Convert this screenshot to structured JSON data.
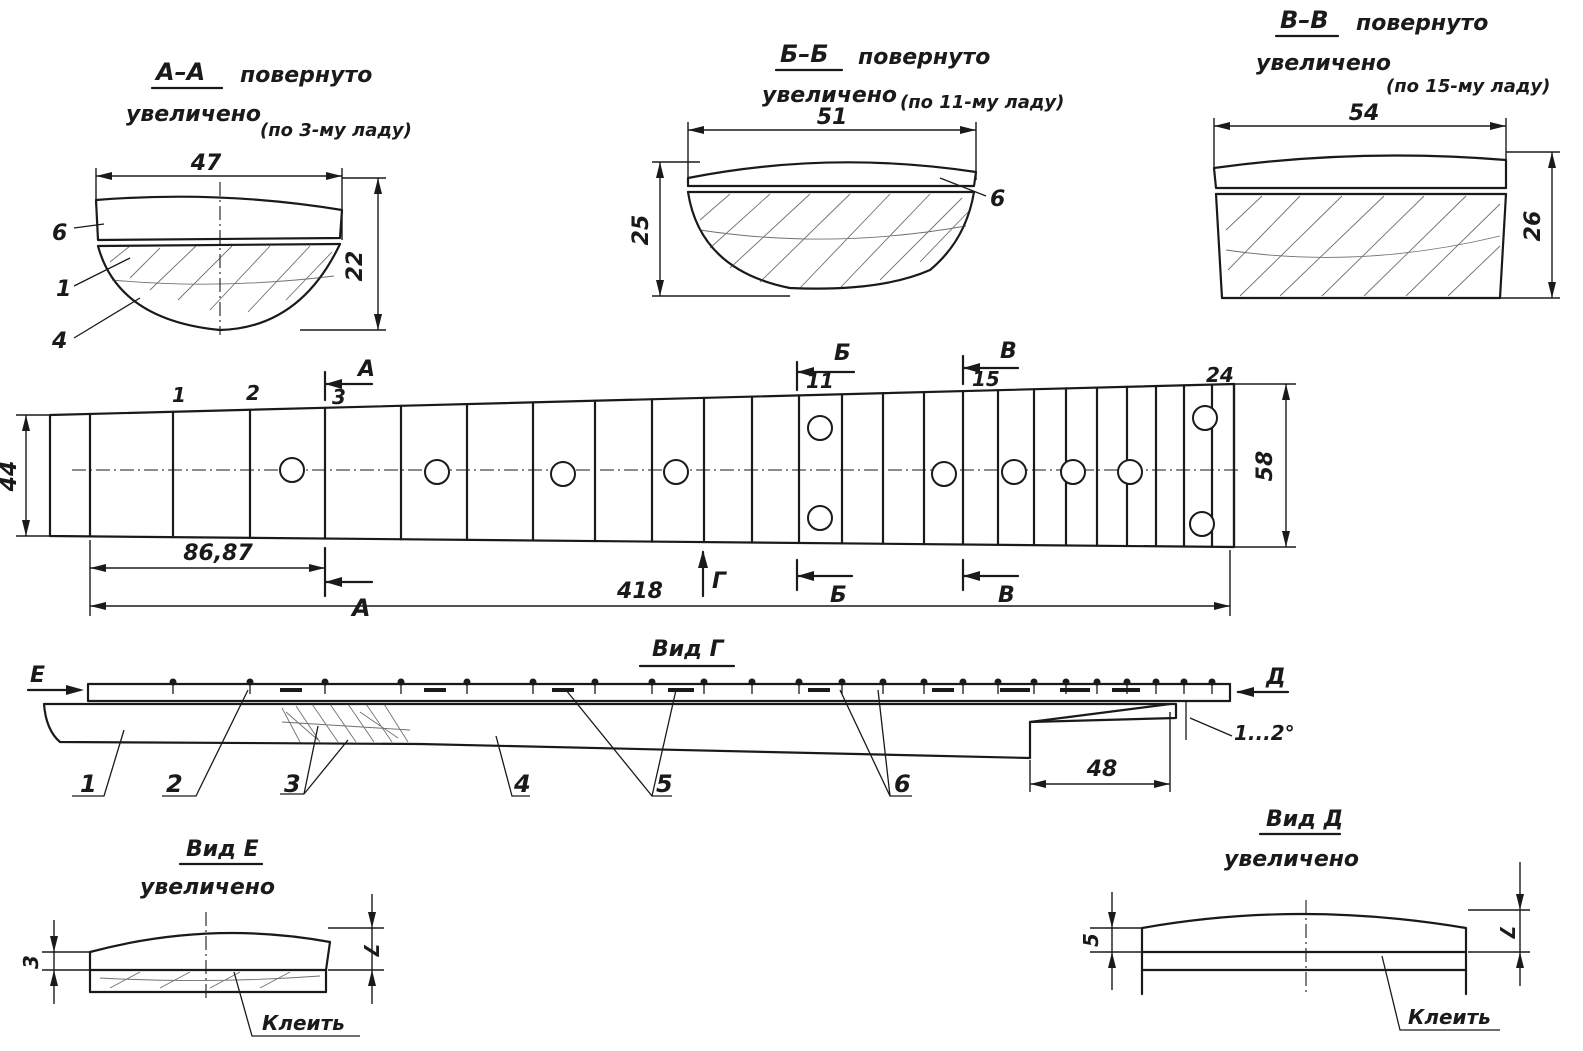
{
  "section_aa": {
    "title": "А–А",
    "note": "повернуто",
    "note2": "увеличено",
    "sub": "(по 3-му ладу)",
    "width": "47",
    "height": "22",
    "labels": [
      "6",
      "1",
      "4"
    ]
  },
  "section_bb": {
    "title": "Б–Б",
    "note": "повернуто",
    "note2": "увеличено",
    "sub": "(по 11-му ладу)",
    "width": "51",
    "height": "25",
    "label": "6"
  },
  "section_vv": {
    "title": "В–В",
    "note": "повернуто",
    "note2": "увеличено",
    "sub": "(по 15-му ладу)",
    "width": "54",
    "height": "26"
  },
  "plan": {
    "width_nut": "44",
    "width_end": "58",
    "fret_numbers": [
      "1",
      "2",
      "3",
      "11",
      "15",
      "24"
    ],
    "dim_third_fret": "86,87",
    "dim_total": "418",
    "section_letters": [
      "А",
      "Б",
      "В",
      "А",
      "Б",
      "В"
    ],
    "view_arrow": "Г",
    "scale_label": "А"
  },
  "side_view": {
    "title": "Вид Г",
    "arrow_left": "Е",
    "arrow_right": "Д",
    "angle": "1...2°",
    "dim_heel": "48",
    "labels": [
      "1",
      "2",
      "3",
      "4",
      "5",
      "6"
    ]
  },
  "view_e": {
    "title": "Вид Е",
    "note": "увеличено",
    "dim_left": "3",
    "dim_right": "7",
    "glue": "Клеить"
  },
  "view_d": {
    "title": "Вид Д",
    "note": "увеличено",
    "dim_left": "5",
    "dim_right": "7",
    "glue": "Клеить"
  }
}
